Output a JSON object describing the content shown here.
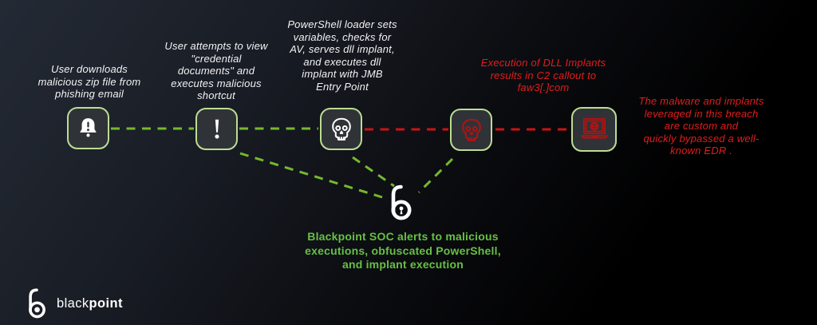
{
  "colors": {
    "canvas-top": "#242a35",
    "canvas-bottom": "#000000",
    "node-border": "#bedc92",
    "node-fill": "#2f3338",
    "line-green": "#76b82d",
    "line-red": "#c91414",
    "icon-white": "#ffffff",
    "icon-red": "#b31212",
    "text-white": "#f2f3f4",
    "text-red": "#e11d1d",
    "text-green": "#67c044"
  },
  "diagram": {
    "steps": [
      {
        "icon": "alert-bell-icon",
        "caption": "User downloads\nmalicious zip file from\nphishing email"
      },
      {
        "icon": "exclamation-icon",
        "caption": "User attempts to view\n\"credential\ndocuments\" and\nexecutes malicious\nshortcut"
      },
      {
        "icon": "skull-icon",
        "caption": "PowerShell loader sets\nvariables, checks for\nAV, serves dll implant,\nand executes dll\nimplant with JMB\nEntry Point"
      },
      {
        "icon": "skull-red-icon"
      },
      {
        "icon": "laptop-globe-icon"
      }
    ],
    "annotations": {
      "c2_callout": "Execution of DLL Implants\nresults in C2 callout to\nfaw3[.]com",
      "edr_bypass": "The malware and implants\nleveraged in this breach\nare custom and\nquickly  bypassed a well-\nknown EDR .",
      "soc_alert": "Blackpoint SOC alerts to malicious\nexecutions, obfuscated PowerShell,\nand implant execution"
    }
  },
  "brand": {
    "name_light": "black",
    "name_bold": "point"
  }
}
